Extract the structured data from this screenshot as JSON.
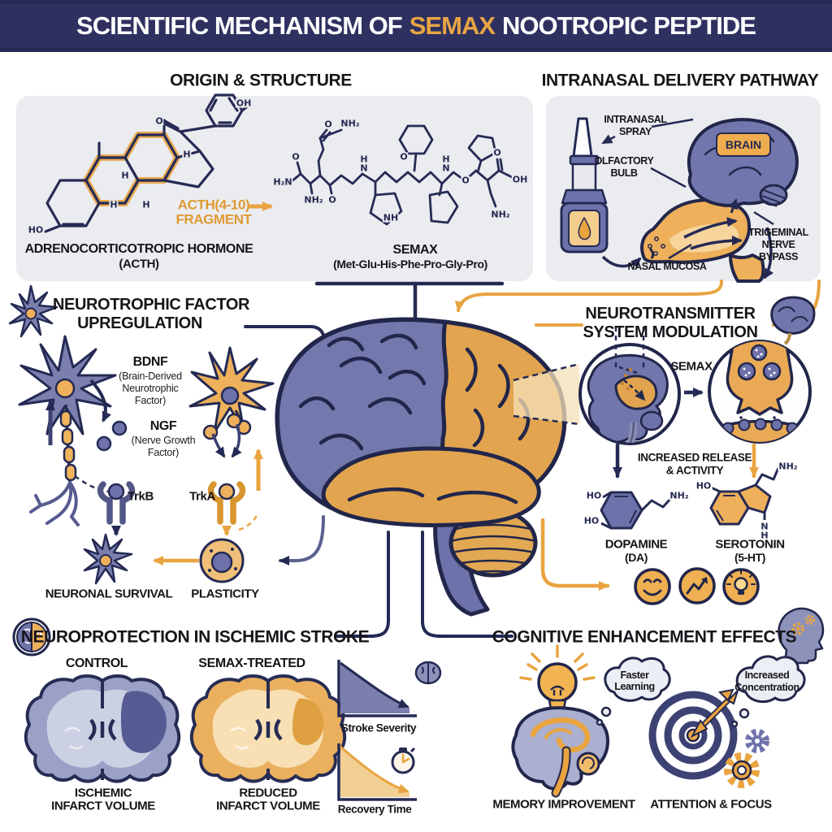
{
  "colors": {
    "navy": "#242a54",
    "banner_bg": "#2e3160",
    "orange": "#e9a440",
    "orange_fill": "#eeb05a",
    "orange_pale": "#f7dfae",
    "purple": "#6e72aa",
    "purple_light": "#a9adcd",
    "panel_gray": "#ebecf0",
    "ink": "#15151a"
  },
  "icons": [
    "neuron-icon",
    "brain-icon",
    "half-brain-icon",
    "head-gears-icon",
    "smiley-face-icon",
    "growth-chart-icon",
    "lightbulb-icon",
    "stopwatch-icon",
    "mini-brain-icon",
    "nasal-spray-icon",
    "target-icon",
    "gear-icon",
    "thought-bubble-icon"
  ],
  "title": {
    "part1": "SCIENTIFIC MECHANISM OF",
    "highlight": "SEMAX",
    "part2": "NOOTROPIC PEPTIDE"
  },
  "origin": {
    "heading": "ORIGIN & STRUCTURE",
    "acth_name": "ADRENOCORTICOTROPIC HORMONE",
    "acth_abbr": "(ACTH)",
    "fragment_1": "ACTH(4-10)",
    "fragment_2": "FRAGMENT",
    "semax_name": "SEMAX",
    "semax_seq": "(Met-Glu-His-Phe-Pro-Gly-Pro)",
    "acth_atoms": [
      {
        "t": "OH"
      },
      {
        "t": "O"
      },
      {
        "t": "H"
      },
      {
        "t": "H"
      },
      {
        "t": "H"
      },
      {
        "t": "H"
      },
      {
        "t": "HO"
      }
    ],
    "semax_atoms": [
      {
        "t": "O"
      },
      {
        "t": "NH₂"
      },
      {
        "t": "O"
      },
      {
        "t": "H₂N"
      },
      {
        "t": "NH₂"
      },
      {
        "t": "O"
      },
      {
        "t": "H"
      },
      {
        "t": "N"
      },
      {
        "t": "O"
      },
      {
        "t": "NH"
      },
      {
        "t": "H"
      },
      {
        "t": "N"
      },
      {
        "t": "O"
      },
      {
        "t": "O"
      },
      {
        "t": "OH"
      },
      {
        "t": "NH₂"
      }
    ]
  },
  "intranasal": {
    "heading": "INTRANASAL DELIVERY PATHWAY",
    "spray_1": "INTRANASAL",
    "spray_2": "SPRAY",
    "olfactory_1": "OLFACTORY",
    "olfactory_2": "BULB",
    "brain_badge": "BRAIN",
    "mucosa": "NASAL MUCOSA",
    "trigeminal_1": "TRIGEMINAL",
    "trigeminal_2": "NERVE",
    "trigeminal_3": "BYPASS"
  },
  "neurotrophic": {
    "heading_1": "NEUROTROPHIC FACTOR",
    "heading_2": "UPREGULATION",
    "bdnf_abbr": "BDNF",
    "bdnf_1": "(Brain-Derived",
    "bdnf_2": "Neurotrophic",
    "bdnf_3": "Factor)",
    "ngf_abbr": "NGF",
    "ngf_1": "(Nerve Growth",
    "ngf_2": "Factor)",
    "trkb": "TrkB",
    "trka": "TrkA",
    "survival": "NEURONAL SURVIVAL",
    "plasticity": "PLASTICITY"
  },
  "neurotransmitter": {
    "heading_1": "NEUROTRANSMITTER",
    "heading_2": "SYSTEM MODULATION",
    "semax_label": "SEMAX",
    "release_1": "INCREASED RELEASE",
    "release_2": "& ACTIVITY",
    "dopamine_name": "DOPAMINE",
    "dopamine_abbr": "(DA)",
    "serotonin_name": "SEROTONIN",
    "serotonin_abbr": "(5-HT)",
    "dopamine_atoms": [
      {
        "t": "HO"
      },
      {
        "t": "HO"
      },
      {
        "t": "NH₂"
      }
    ],
    "serotonin_atoms": [
      {
        "t": "HO"
      },
      {
        "t": "NH₂"
      },
      {
        "t": "N"
      },
      {
        "t": "H"
      }
    ]
  },
  "stroke": {
    "heading": "NEUROPROTECTION IN ISCHEMIC STROKE",
    "control_label": "CONTROL",
    "treated_label": "SEMAX-TREATED",
    "control_cap_1": "ISCHEMIC",
    "control_cap_2": "INFARCT VOLUME",
    "treated_cap_1": "REDUCED",
    "treated_cap_2": "INFARCT VOLUME",
    "chart1_label": "Stroke Severity",
    "chart2_label": "Recovery Time"
  },
  "cognitive": {
    "heading": "COGNITIVE ENHANCEMENT EFFECTS",
    "bubble1_1": "Faster",
    "bubble1_2": "Learning",
    "bubble2_1": "Increased",
    "bubble2_2": "Concentration",
    "memory_label": "MEMORY IMPROVEMENT",
    "attention_label": "ATTENTION & FOCUS"
  }
}
